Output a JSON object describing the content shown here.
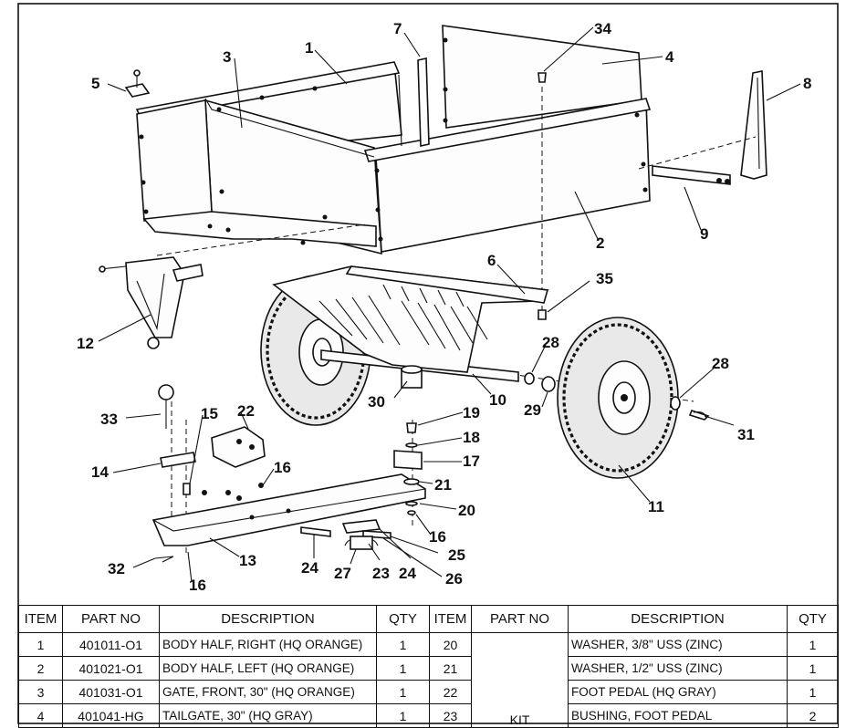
{
  "callouts": [
    "1",
    "2",
    "3",
    "4",
    "5",
    "6",
    "7",
    "8",
    "9",
    "10",
    "11",
    "12",
    "13",
    "14",
    "15",
    "16",
    "16",
    "16",
    "17",
    "18",
    "19",
    "20",
    "21",
    "22",
    "23",
    "24",
    "24",
    "25",
    "26",
    "27",
    "28",
    "28",
    "29",
    "30",
    "31",
    "32",
    "33",
    "34",
    "35"
  ],
  "table": {
    "headers": [
      "ITEM",
      "PART NO",
      "DESCRIPTION",
      "QTY",
      "ITEM",
      "PART NO",
      "DESCRIPTION",
      "QTY"
    ],
    "rows": [
      {
        "item": "1",
        "part": "401011-O1",
        "desc": "BODY HALF, RIGHT (HQ ORANGE)",
        "qty": "1",
        "item2": "20",
        "part2": "",
        "desc2": "WASHER, 3/8\" USS (ZINC)",
        "qty2": "1"
      },
      {
        "item": "2",
        "part": "401021-O1",
        "desc": "BODY HALF, LEFT (HQ ORANGE)",
        "qty": "1",
        "item2": "21",
        "part2": "",
        "desc2": "WASHER, 1/2\" USS (ZINC)",
        "qty2": "1"
      },
      {
        "item": "3",
        "part": "401031-O1",
        "desc": "GATE, FRONT, 30\" (HQ ORANGE)",
        "qty": "1",
        "item2": "22",
        "part2": "",
        "desc2": "FOOT PEDAL (HQ GRAY)",
        "qty2": "1"
      },
      {
        "item": "4",
        "part": "401041-HG",
        "desc": "TAILGATE, 30\" (HQ GRAY)",
        "qty": "1",
        "item2": "23",
        "part2": "KIT",
        "desc2": "BUSHING, FOOT PEDAL",
        "qty2": "2"
      }
    ]
  }
}
